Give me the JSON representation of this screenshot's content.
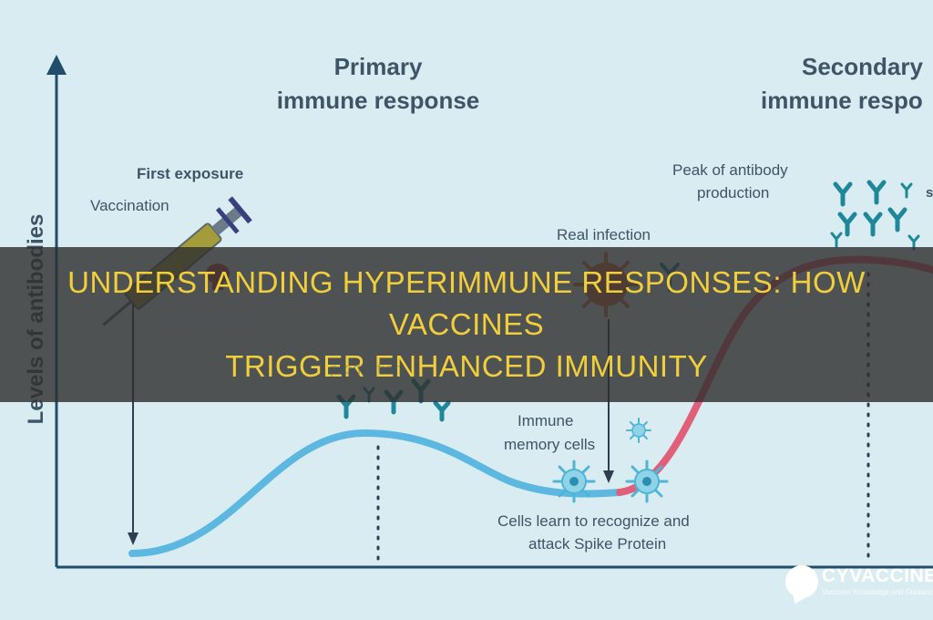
{
  "diagram": {
    "y_axis_label": "Levels of antibodies",
    "primary_header": [
      "Primary",
      "immune response"
    ],
    "secondary_header": [
      "Secondary",
      "immune respo"
    ],
    "first_exposure": "First exposure",
    "vaccination": "Vaccination",
    "spike_protein": "Spike Protein",
    "production": "production",
    "peak_label": [
      "Peak of antibody",
      "production"
    ],
    "real_infection": "Real infection",
    "memory_label": [
      "Immune",
      "memory cells"
    ],
    "cells_learn": [
      "Cells learn to recognize and",
      "attack Spike Protein"
    ],
    "partial_right": "s",
    "colors": {
      "background": "#d9ecf2",
      "curve_blue": "#5cb8e0",
      "curve_red": "#e0607a",
      "axis": "#1f4d6b",
      "text": "#3d5566"
    }
  },
  "banner": {
    "line1": "Understanding Hyperimmune Responses: How Vaccines",
    "line2": "Trigger Enhanced Immunity",
    "color": "#f0ce3c"
  },
  "logo": {
    "name": "CYVACCINE",
    "tagline": "Vaccines Knowledge and Guidance"
  }
}
